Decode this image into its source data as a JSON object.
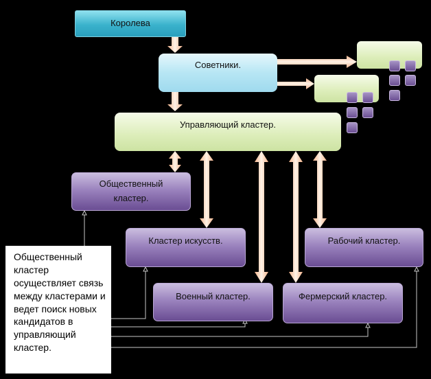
{
  "nodes": {
    "queen": "Королева",
    "advisors": "Советники.",
    "management": "Управляющий кластер.",
    "social": "Общественный кластер.",
    "arts": "Кластер искусств.",
    "worker": "Рабочий кластер.",
    "military": "Военный кластер.",
    "farmer": "Фермерский кластер."
  },
  "note": "Общественный кластер осуществляет связь между кластерами и ведет поиск новых кандидатов в управляющий кластер.",
  "colors": {
    "background": "#000000",
    "queen": "#3ab2cc",
    "advisors": "#b7e6f4",
    "management": "#dcedb9",
    "clusters": "#8a6fb3",
    "arrows": "#f7c9a6"
  }
}
